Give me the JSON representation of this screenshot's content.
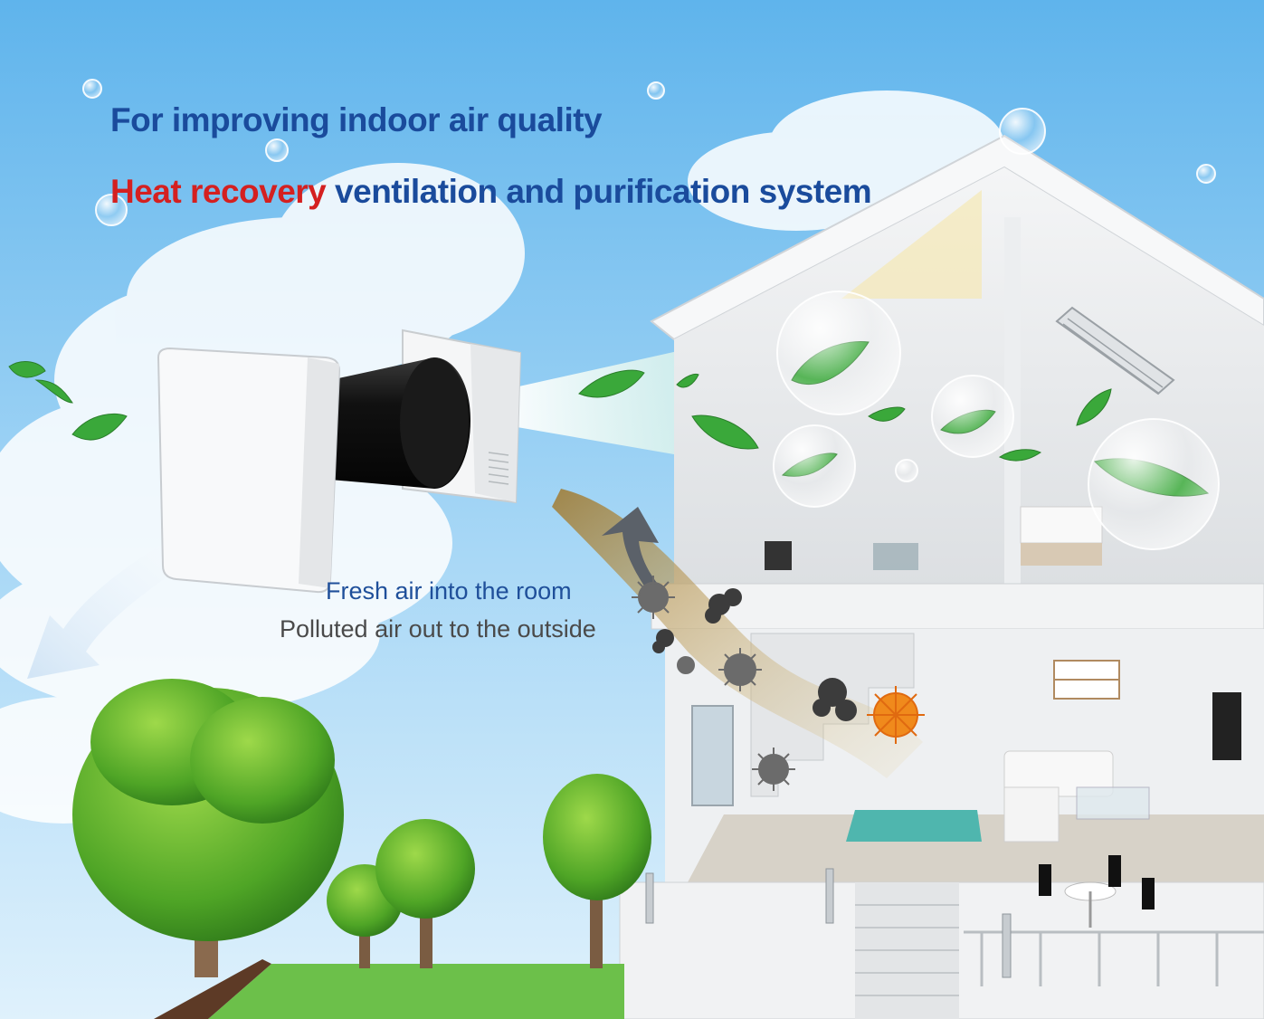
{
  "headline": {
    "line1": "For improving indoor air quality",
    "line2_highlight": "Heat recovery",
    "line2_rest": " ventilation and purification system"
  },
  "captions": {
    "fresh_air": "Fresh air into the room",
    "polluted_air": "Polluted air out to the outside"
  },
  "colors": {
    "headline_blue": "#1a4b9c",
    "headline_red": "#d42020",
    "caption_blue": "#1f4f9a",
    "caption_gray": "#4a4a4a",
    "sky_top": "#5fb4ec",
    "sky_bottom": "#cfe9f9",
    "leaf_green": "#3aa83a",
    "virus_orange": "#f08a1c"
  },
  "illustration": {
    "device": "wall-ventilator-icon",
    "house": "house-cutaway-icon",
    "trees": "tree-icon",
    "leaves": "leaf-icon",
    "bubbles": "bubble-icon",
    "particles": "virus-icon"
  }
}
